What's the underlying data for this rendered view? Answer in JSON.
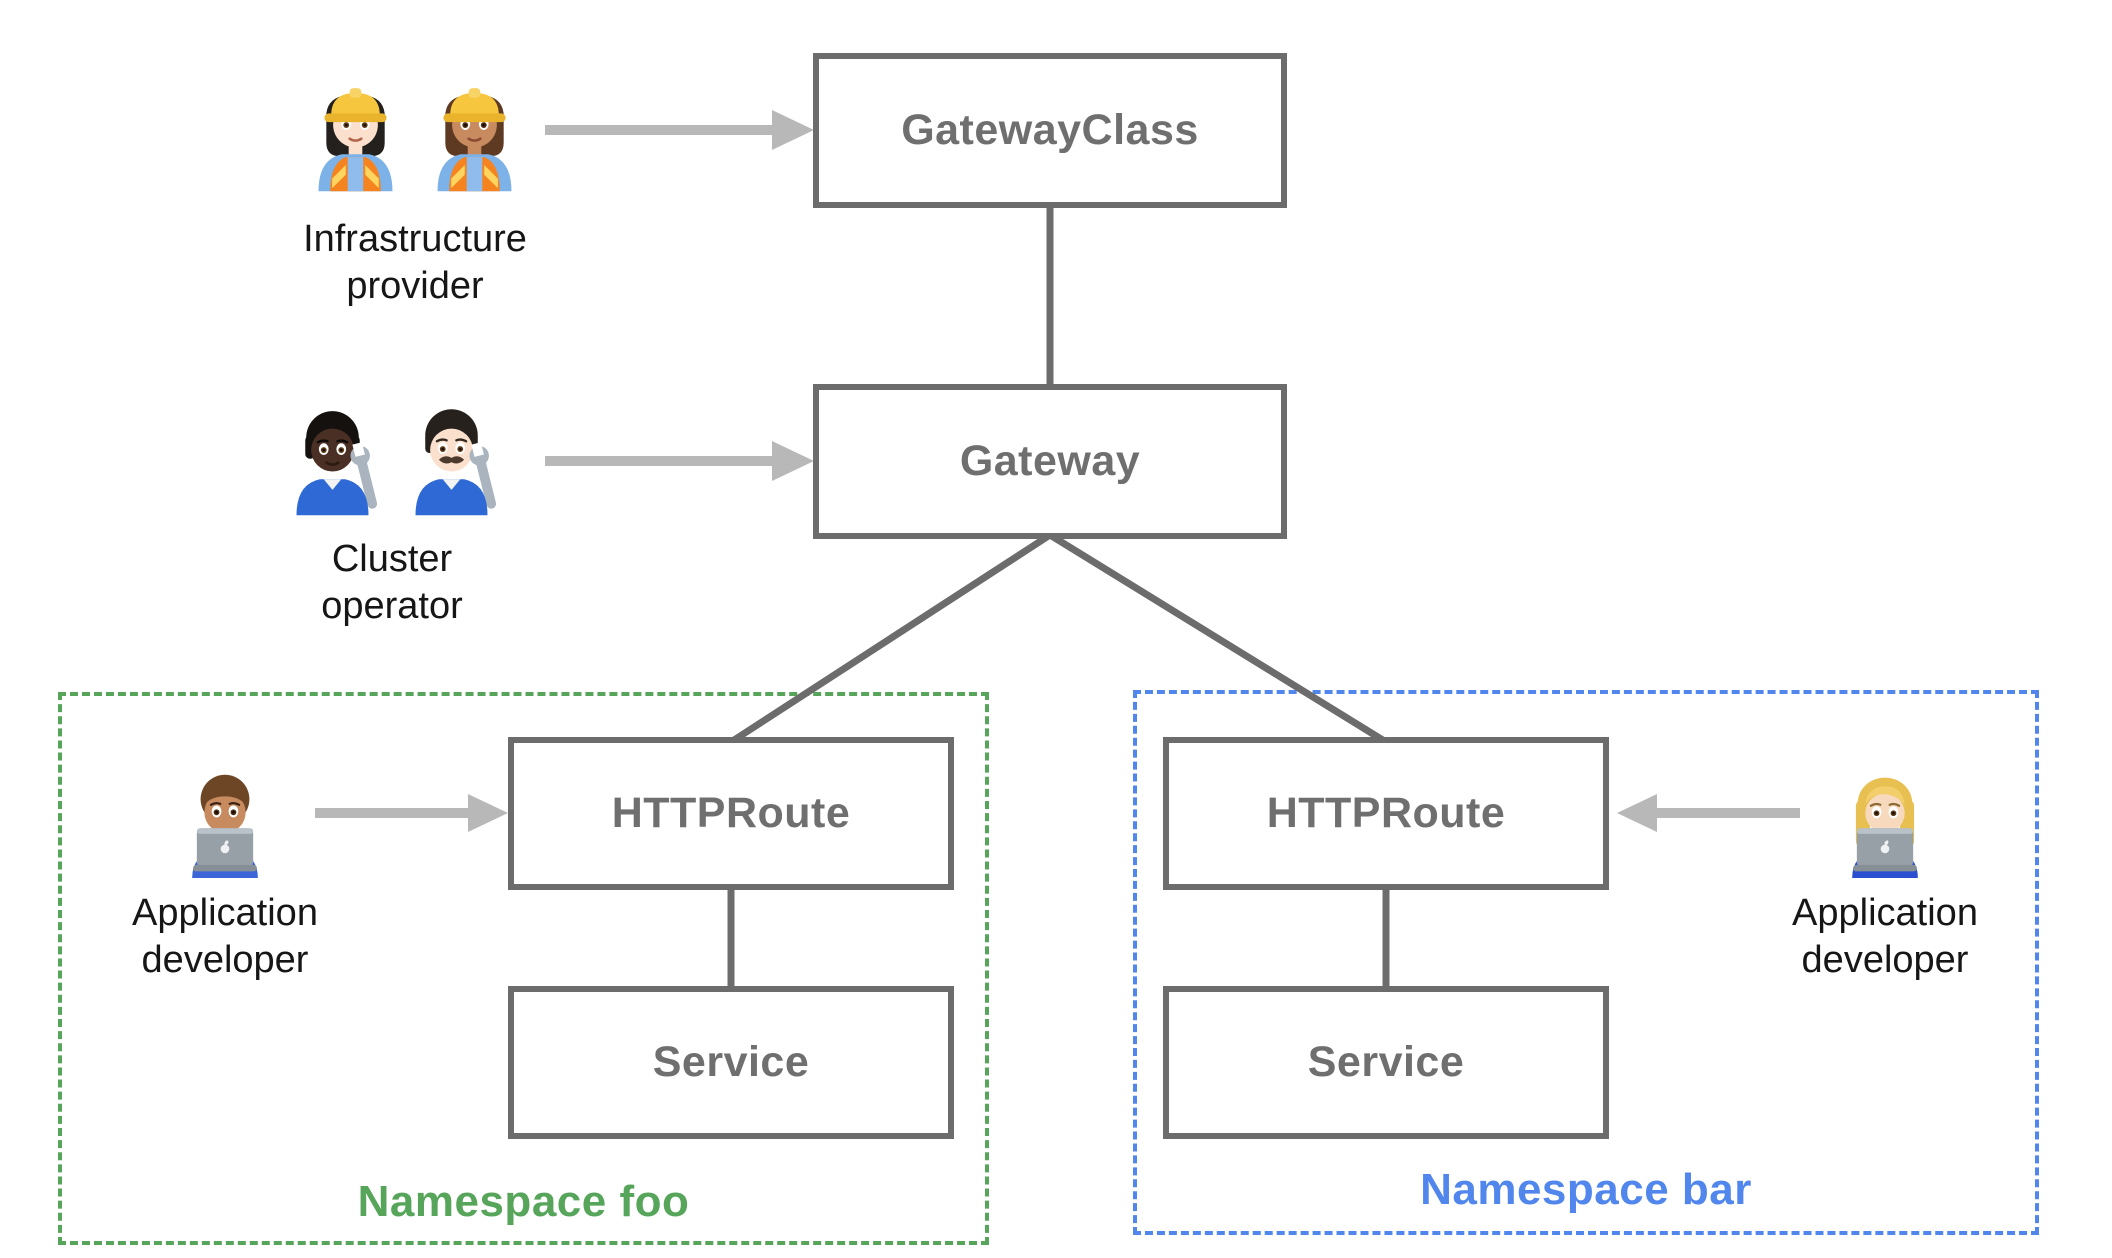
{
  "nodes": {
    "gateway_class": {
      "label": "GatewayClass"
    },
    "gateway": {
      "label": "Gateway"
    },
    "httproute_foo": {
      "label": "HTTPRoute"
    },
    "service_foo": {
      "label": "Service"
    },
    "httproute_bar": {
      "label": "HTTPRoute"
    },
    "service_bar": {
      "label": "Service"
    }
  },
  "namespaces": {
    "foo": {
      "label": "Namespace foo",
      "accent": "#57a55a"
    },
    "bar": {
      "label": "Namespace bar",
      "accent": "#5186ec"
    }
  },
  "personas": {
    "infrastructure_provider": {
      "label": "Infrastructure provider",
      "emojis": [
        "👷🏻‍♀️",
        "👷🏽‍♀️"
      ]
    },
    "cluster_operator": {
      "label": "Cluster operator",
      "emojis": [
        "🧑🏿‍🔧",
        "👨🏻‍🔧"
      ]
    },
    "app_developer_foo": {
      "label": "Application developer",
      "emojis": [
        "👨🏽‍💻"
      ]
    },
    "app_developer_bar": {
      "label": "Application developer",
      "emojis": [
        "👩🏼‍💻"
      ]
    }
  },
  "edges": [
    {
      "from": "GatewayClass",
      "to": "Gateway"
    },
    {
      "from": "Gateway",
      "to": "HTTPRoute (foo)"
    },
    {
      "from": "Gateway",
      "to": "HTTPRoute (bar)"
    },
    {
      "from": "HTTPRoute (foo)",
      "to": "Service (foo)"
    },
    {
      "from": "HTTPRoute (bar)",
      "to": "Service (bar)"
    },
    {
      "from": "Infrastructure provider",
      "to": "GatewayClass",
      "style": "arrow"
    },
    {
      "from": "Cluster operator",
      "to": "Gateway",
      "style": "arrow"
    },
    {
      "from": "Application developer (foo)",
      "to": "HTTPRoute (foo)",
      "style": "arrow"
    },
    {
      "from": "Application developer (bar)",
      "to": "HTTPRoute (bar)",
      "style": "arrow"
    }
  ],
  "colors": {
    "background": "#ffffff",
    "node_border": "#6c6c6c",
    "node_text": "#6f6f6f",
    "connector": "#6c6c6c",
    "arrow": "#b8b8b8",
    "persona_text": "#161616",
    "namespace_foo": "#57a55a",
    "namespace_bar": "#5186ec"
  }
}
